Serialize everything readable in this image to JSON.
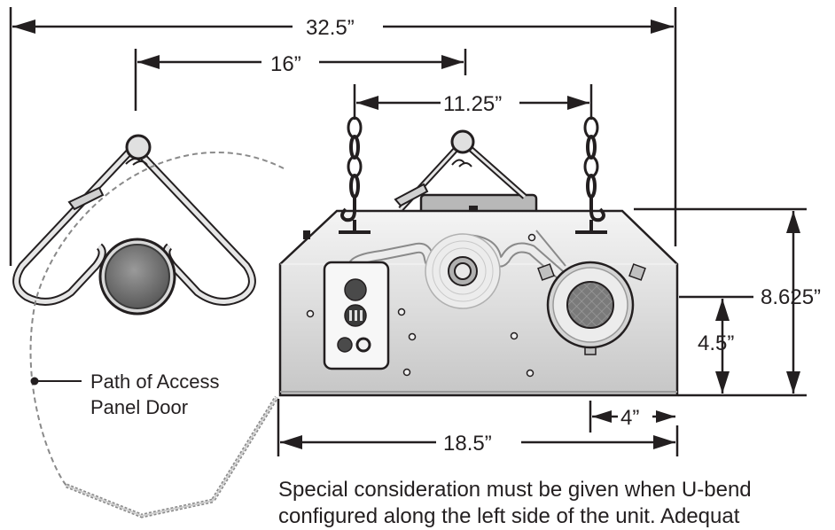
{
  "dimensions": {
    "overall_width": "32.5”",
    "hanger_to_center": "16”",
    "chain_spacing": "11.25”",
    "overall_height": "8.625”",
    "lower_height": "4.5”",
    "edge_offset": "4”",
    "body_width": "18.5”"
  },
  "labels": {
    "access_path_line1": "Path of Access",
    "access_path_line2": "Panel Door"
  },
  "caption": {
    "line1": "Special consideration must be given when U-bend",
    "line2": "configured along the left side of the unit. Adequat"
  }
}
